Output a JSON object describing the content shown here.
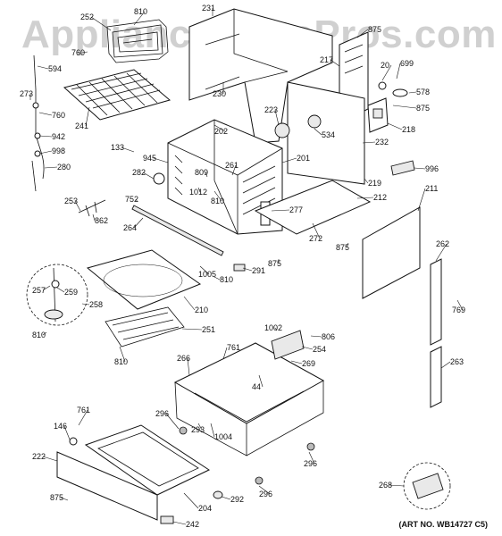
{
  "watermark": "AppliancePartsPros.com",
  "art_no": "(ART NO. WB14727 C5)",
  "callouts": [
    {
      "id": "c810a",
      "text": "810"
    },
    {
      "id": "c252",
      "text": "252"
    },
    {
      "id": "c760a",
      "text": "760"
    },
    {
      "id": "c231",
      "text": "231"
    },
    {
      "id": "c875a",
      "text": "875"
    },
    {
      "id": "c217",
      "text": "217"
    },
    {
      "id": "c20",
      "text": "20"
    },
    {
      "id": "c699",
      "text": "699"
    },
    {
      "id": "c578",
      "text": "578"
    },
    {
      "id": "c875b",
      "text": "875"
    },
    {
      "id": "c218",
      "text": "218"
    },
    {
      "id": "c594",
      "text": "594"
    },
    {
      "id": "c273",
      "text": "273"
    },
    {
      "id": "c760b",
      "text": "760"
    },
    {
      "id": "c230",
      "text": "230"
    },
    {
      "id": "c241",
      "text": "241"
    },
    {
      "id": "c223",
      "text": "223"
    },
    {
      "id": "c534",
      "text": "534"
    },
    {
      "id": "c232",
      "text": "232"
    },
    {
      "id": "c942",
      "text": "942"
    },
    {
      "id": "c202",
      "text": "202"
    },
    {
      "id": "c998",
      "text": "998"
    },
    {
      "id": "c133",
      "text": "133"
    },
    {
      "id": "c945",
      "text": "945"
    },
    {
      "id": "c201",
      "text": "201"
    },
    {
      "id": "c280",
      "text": "280"
    },
    {
      "id": "c261",
      "text": "261"
    },
    {
      "id": "c809",
      "text": "809"
    },
    {
      "id": "c219",
      "text": "219"
    },
    {
      "id": "c996",
      "text": "996"
    },
    {
      "id": "c282",
      "text": "282"
    },
    {
      "id": "c1012",
      "text": "1012"
    },
    {
      "id": "c810b",
      "text": "810"
    },
    {
      "id": "c212",
      "text": "212"
    },
    {
      "id": "c211",
      "text": "211"
    },
    {
      "id": "c253",
      "text": "253"
    },
    {
      "id": "c752",
      "text": "752"
    },
    {
      "id": "c277",
      "text": "277"
    },
    {
      "id": "c862",
      "text": "862"
    },
    {
      "id": "c264",
      "text": "264"
    },
    {
      "id": "c272",
      "text": "272"
    },
    {
      "id": "c875c",
      "text": "875"
    },
    {
      "id": "c262",
      "text": "262"
    },
    {
      "id": "c875d",
      "text": "875"
    },
    {
      "id": "c1005",
      "text": "1005"
    },
    {
      "id": "c291",
      "text": "291"
    },
    {
      "id": "c257",
      "text": "257"
    },
    {
      "id": "c259",
      "text": "259"
    },
    {
      "id": "c810c",
      "text": "810"
    },
    {
      "id": "c258",
      "text": "258"
    },
    {
      "id": "c210",
      "text": "210"
    },
    {
      "id": "c769",
      "text": "769"
    },
    {
      "id": "c810d",
      "text": "810"
    },
    {
      "id": "c1002",
      "text": "1002"
    },
    {
      "id": "c806",
      "text": "806"
    },
    {
      "id": "c251",
      "text": "251"
    },
    {
      "id": "c254",
      "text": "254"
    },
    {
      "id": "c761a",
      "text": "761"
    },
    {
      "id": "c810e",
      "text": "810"
    },
    {
      "id": "c266",
      "text": "266"
    },
    {
      "id": "c269",
      "text": "269"
    },
    {
      "id": "c263",
      "text": "263"
    },
    {
      "id": "c44",
      "text": "44"
    },
    {
      "id": "c761b",
      "text": "761"
    },
    {
      "id": "c146",
      "text": "146"
    },
    {
      "id": "c296a",
      "text": "296"
    },
    {
      "id": "c293",
      "text": "293"
    },
    {
      "id": "c1004",
      "text": "1004"
    },
    {
      "id": "c296b",
      "text": "296"
    },
    {
      "id": "c222",
      "text": "222"
    },
    {
      "id": "c268",
      "text": "268"
    },
    {
      "id": "c875e",
      "text": "875"
    },
    {
      "id": "c204",
      "text": "204"
    },
    {
      "id": "c292",
      "text": "292"
    },
    {
      "id": "c296c",
      "text": "296"
    },
    {
      "id": "c242",
      "text": "242"
    }
  ]
}
